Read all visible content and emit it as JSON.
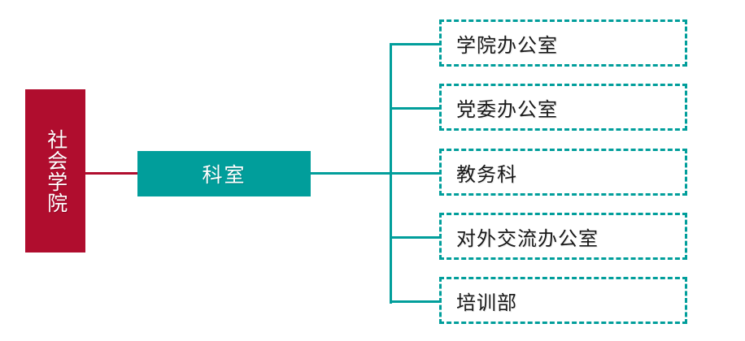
{
  "diagram": {
    "type": "organization-chart",
    "orientation": "left-to-right",
    "colors": {
      "root_fill": "#b00d2e",
      "root_text": "#ffffff",
      "mid_fill": "#019e9b",
      "mid_text": "#ffffff",
      "leaf_border": "#019e9b",
      "leaf_text": "#1a1a1a",
      "leaf_fill": "#ffffff",
      "connector_root": "#b00d2e",
      "connector_branch": "#019e9b",
      "background": "#ffffff"
    },
    "root": {
      "label": "社会学院",
      "style": "solid-fill vertical-text"
    },
    "mid": {
      "label": "科室",
      "style": "solid-fill"
    },
    "leaves": [
      {
        "label": "学院办公室"
      },
      {
        "label": "党委办公室"
      },
      {
        "label": "教务科"
      },
      {
        "label": "对外交流办公室"
      },
      {
        "label": "培训部"
      }
    ]
  }
}
